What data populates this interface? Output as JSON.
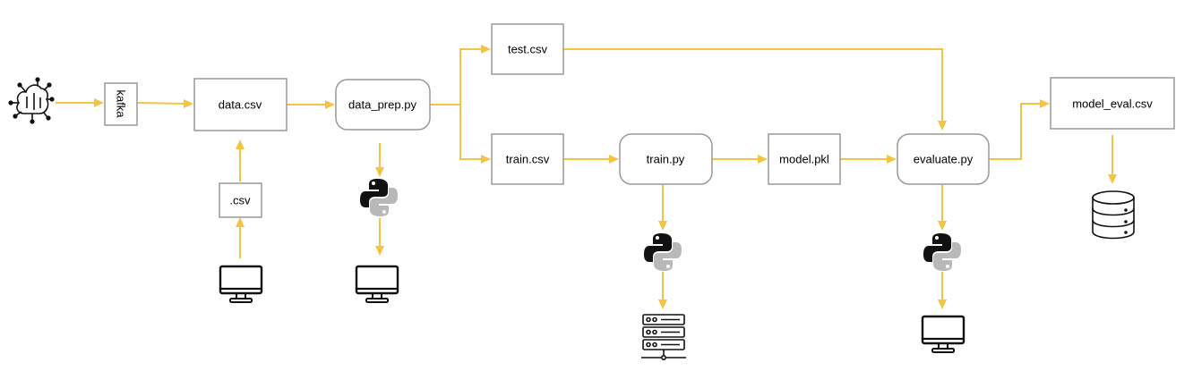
{
  "colors": {
    "edge": "#F5C342",
    "node_border": "#999999",
    "icon": "#111111",
    "python_secondary": "#b8b8b8"
  },
  "nodes": {
    "kafka": "kafka",
    "data_csv": "data.csv",
    "csv": ".csv",
    "data_prep": "data_prep.py",
    "test_csv": "test.csv",
    "train_csv": "train.csv",
    "train_py": "train.py",
    "model_pkl": "model.pkl",
    "evaluate_py": "evaluate.py",
    "model_eval": "model_eval.csv"
  },
  "icons": {
    "source": "cloud-network-icon",
    "monitor": "monitor-icon",
    "python": "python-icon",
    "server": "server-icon",
    "database": "database-icon"
  }
}
